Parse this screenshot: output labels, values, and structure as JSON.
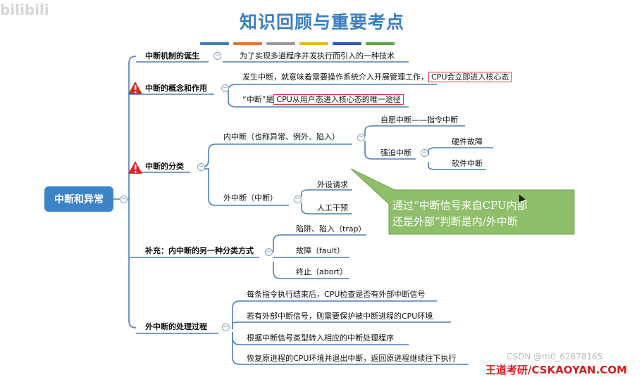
{
  "watermark": "bilibili",
  "title": "知识回顾与重要考点",
  "color_bars": [
    "#3f7fbd",
    "#e07b39",
    "#9a9a9a",
    "#e8b923",
    "#2f5fa5",
    "#5ea845"
  ],
  "root": "中断和异常",
  "branches": {
    "origin": {
      "label": "中断机制的诞生",
      "detail": "为了实现多道程序并发执行而引入的一种技术"
    },
    "concept": {
      "label": "中断的概念和作用",
      "item1_prefix": "发生中断，就意味着需要操作系统介入开展管理工作，",
      "item1_highlight": "CPU会立即进入核心态",
      "item2_prefix": "“中断”是",
      "item2_highlight": "CPU从用户态进入核心态的唯一途径"
    },
    "classification": {
      "label": "中断的分类",
      "internal": "内中断（也称异常、例外、陷入）",
      "voluntary": "自愿中断——指令中断",
      "forced": "强迫中断",
      "hardware": "硬件故障",
      "software": "软件中断",
      "external": "外中断（中断）",
      "peripheral": "外设请求",
      "manual": "人工干预"
    },
    "supplement": {
      "label": "补充：内中断的另一种分类方式",
      "trap": "陷阱、陷入（trap）",
      "fault": "故障（fault）",
      "abort": "终止（abort）"
    },
    "handling": {
      "label": "外中断的处理过程",
      "step1": "每条指令执行结束后，CPU检查是否有外部中断信号",
      "step2": "若有外部中断信号，则需要保护被中断进程的CPU环境",
      "step3": "根据中断信号类型转入相应的中断处理程序",
      "step4": "恢复原进程的CPU环境并退出中断，返回原进程继续往下执行"
    }
  },
  "callout": {
    "line1": "通过“中断信号来自CPU内部",
    "line2": "还是外部”判断是内/外中断",
    "bg": "#8fbf6a"
  },
  "warning_icon": "warning-icon",
  "collapse_symbol": "−",
  "footer": {
    "blog": "CSDN @m0_62678165",
    "brand": "王道考研/CSKAOYAN.COM"
  }
}
